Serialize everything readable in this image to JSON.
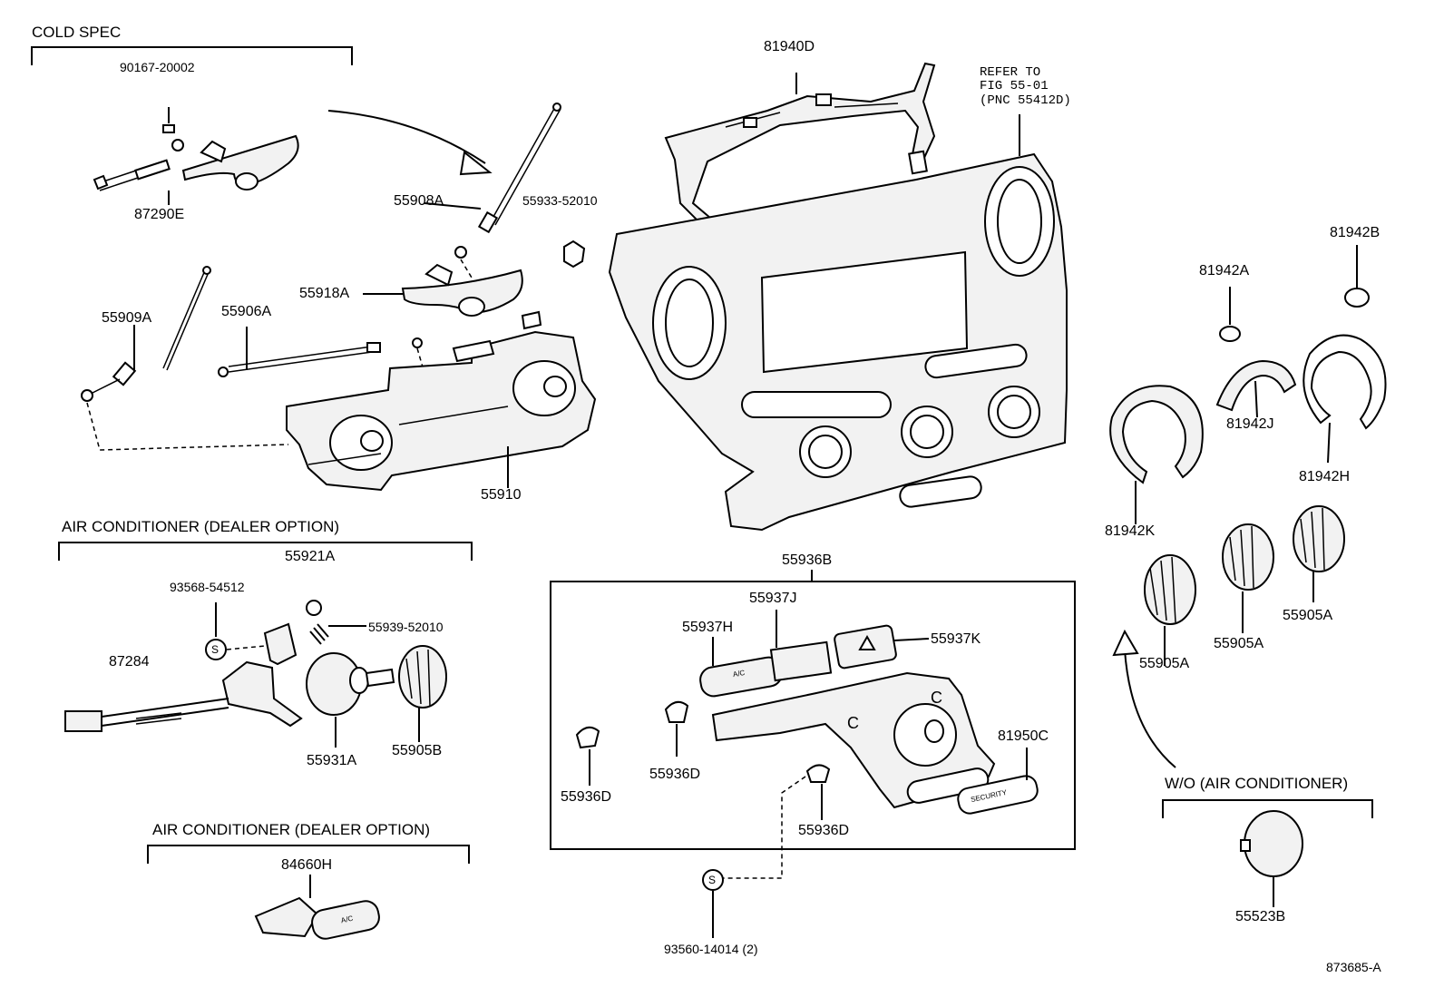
{
  "sections": {
    "cold_spec": "COLD SPEC",
    "ac_dealer_1": "AIR CONDITIONER (DEALER OPTION)",
    "ac_dealer_2": "AIR CONDITIONER (DEALER OPTION)",
    "wo_ac": "W/O (AIR CONDITIONER)"
  },
  "refer_note": "REFER TO\nFIG 55-01\n(PNC 55412D)",
  "parts": {
    "p90167": "90167-20002",
    "p87290E": "87290E",
    "p55908A": "55908A",
    "p55933": "55933-52010",
    "p55918A": "55918A",
    "p55909A": "55909A",
    "p55906A": "55906A",
    "p55910": "55910",
    "p81940D": "81940D",
    "p81942A": "81942A",
    "p81942B": "81942B",
    "p81942J": "81942J",
    "p81942H": "81942H",
    "p81942K": "81942K",
    "p55921A": "55921A",
    "p93568": "93568-54512",
    "p55939": "55939-52010",
    "p87284": "87284",
    "p55931A": "55931A",
    "p55905B": "55905B",
    "p84660H": "84660H",
    "p55936B": "55936B",
    "p55937J": "55937J",
    "p55937H": "55937H",
    "p55937K": "55937K",
    "p81950C": "81950C",
    "p55936D_1": "55936D",
    "p55936D_2": "55936D",
    "p55936D_3": "55936D",
    "p93560": "93560-14014 (2)",
    "p55905A_1": "55905A",
    "p55905A_2": "55905A",
    "p55905A_3": "55905A",
    "p55523B": "55523B"
  },
  "button_text": {
    "ac": "A/C",
    "security": "SECURITY",
    "c": "C",
    "s": "S"
  },
  "figure_id": "873685-A"
}
